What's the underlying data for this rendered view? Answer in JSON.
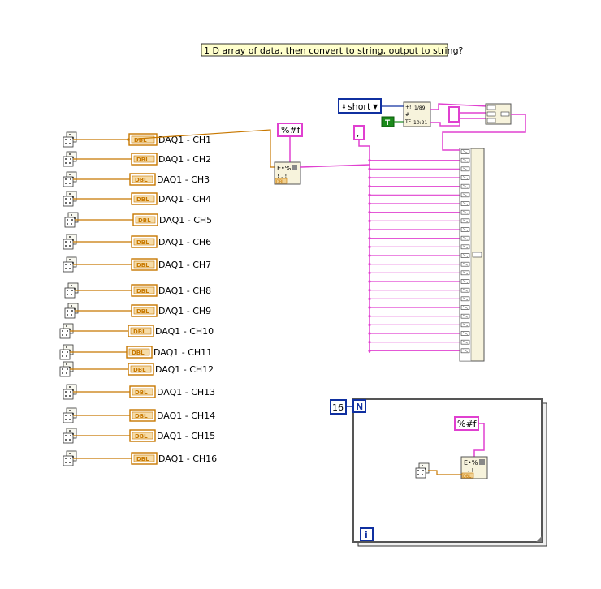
{
  "comment_text": "1 D array of data, then convert to string, output to string?",
  "format_string": "%#f",
  "type_label": "DBL",
  "channels": [
    "DAQ1 - CH1",
    "DAQ1 - CH2",
    "DAQ1 - CH3",
    "DAQ1 - CH4",
    "DAQ1 - CH5",
    "DAQ1 - CH6",
    "DAQ1 - CH7",
    "DAQ1 - CH8",
    "DAQ1 - CH9",
    "DAQ1 - CH10",
    "DAQ1 - CH11",
    "DAQ1 - CH12",
    "DAQ1 - CH13",
    "DAQ1 - CH14",
    "DAQ1 - CH15",
    "DAQ1 - CH16"
  ],
  "time_format": {
    "selector_value": "short",
    "boolean_value": "T",
    "date_icon_text": "1/89",
    "time_icon_text": "10:21",
    "separator": ","
  },
  "for_loop": {
    "count": "16",
    "count_terminal": "N",
    "iteration_terminal": "i"
  },
  "colors": {
    "numeric_wire": "#c87800",
    "string_wire": "#e040d0",
    "string_terminal_border": "#e040d0",
    "enum_border": "#1030a0",
    "boolean_green": "#1a8a1a",
    "node_fill": "#f7f3dc",
    "comment_fill": "#ffffcc"
  }
}
